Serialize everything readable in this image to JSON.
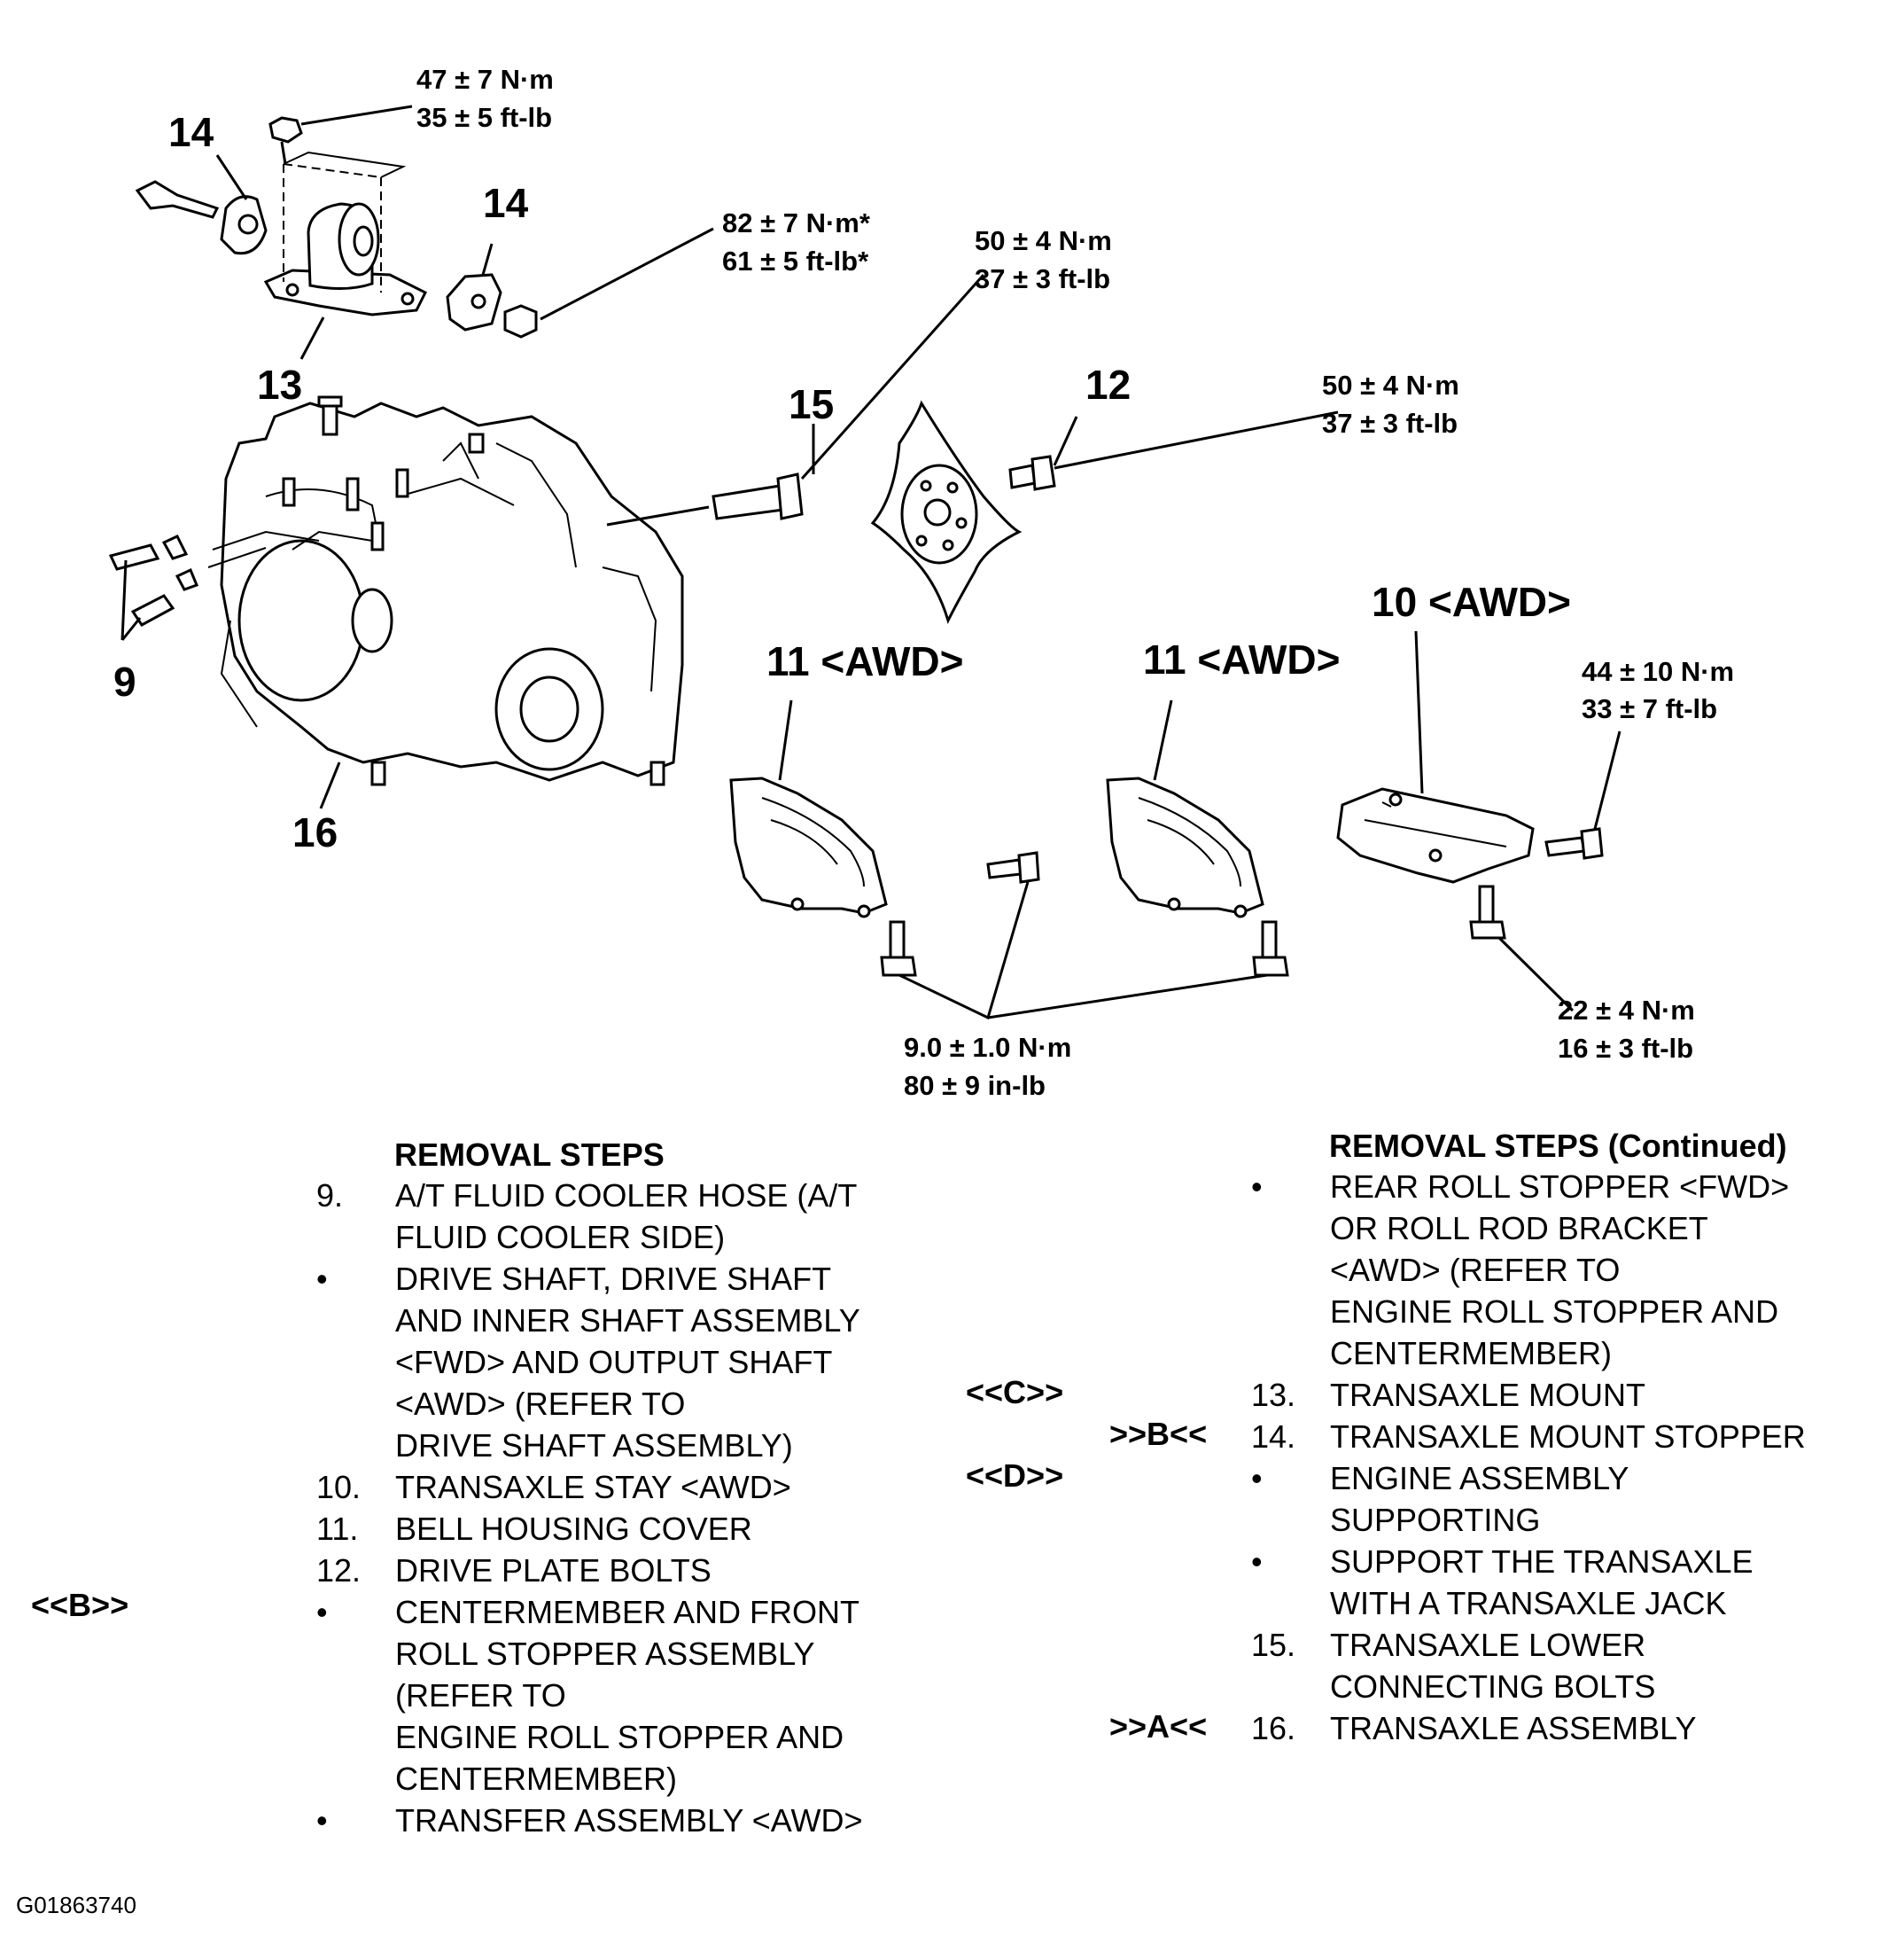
{
  "diagram": {
    "callouts": {
      "c14a": "14",
      "c14b": "14",
      "c13": "13",
      "c15": "15",
      "c12": "12",
      "c9": "9",
      "c16": "16",
      "c11a": "11 <AWD>",
      "c11b": "11 <AWD>",
      "c10": "10 <AWD>"
    },
    "torques": {
      "t1a": "47 ± 7 N·m",
      "t1b": "35 ± 5 ft-lb",
      "t2a": "82 ± 7 N·m*",
      "t2b": "61 ± 5 ft-lb*",
      "t3a": "50 ± 4 N·m",
      "t3b": "37 ± 3 ft-lb",
      "t4a": "50 ± 4 N·m",
      "t4b": "37 ± 3 ft-lb",
      "t5a": "44 ± 10 N·m",
      "t5b": "33 ± 7 ft-lb",
      "t6a": "9.0 ± 1.0 N·m",
      "t6b": "80 ± 9 in-lb",
      "t7a": "22 ± 4 N·m",
      "t7b": "16 ± 3 ft-lb"
    }
  },
  "left_steps": {
    "header": "REMOVAL STEPS",
    "rows": [
      {
        "num": "9.",
        "text": "A/T FLUID COOLER HOSE (A/T"
      },
      {
        "num": "",
        "text": "FLUID COOLER SIDE)"
      },
      {
        "num": "•",
        "text": "DRIVE SHAFT, DRIVE SHAFT"
      },
      {
        "num": "",
        "text": "AND INNER SHAFT ASSEMBLY"
      },
      {
        "num": "",
        "text": "<FWD> AND OUTPUT SHAFT"
      },
      {
        "num": "",
        "text": "<AWD> (REFER TO"
      },
      {
        "num": "",
        "text": "DRIVE SHAFT ASSEMBLY)"
      },
      {
        "num": "10.",
        "text": "TRANSAXLE STAY <AWD>"
      },
      {
        "num": "11.",
        "text": "BELL HOUSING COVER"
      },
      {
        "num": "12.",
        "text": "DRIVE PLATE BOLTS"
      },
      {
        "num": "•",
        "text": "CENTERMEMBER AND FRONT"
      },
      {
        "num": "",
        "text": "ROLL STOPPER ASSEMBLY"
      },
      {
        "num": "",
        "text": "(REFER TO"
      },
      {
        "num": "",
        "text": "ENGINE ROLL STOPPER AND"
      },
      {
        "num": "",
        "text": "CENTERMEMBER)"
      },
      {
        "num": "•",
        "text": "TRANSFER ASSEMBLY <AWD>"
      }
    ],
    "tag_b": "<<B>>"
  },
  "right_steps": {
    "header": "REMOVAL STEPS (Continued)",
    "rows": [
      {
        "num": "•",
        "text": "REAR ROLL STOPPER <FWD>"
      },
      {
        "num": "",
        "text": "OR ROLL ROD BRACKET"
      },
      {
        "num": "",
        "text": "<AWD>  (REFER TO"
      },
      {
        "num": "",
        "text": "ENGINE ROLL STOPPER AND"
      },
      {
        "num": "",
        "text": "CENTERMEMBER)"
      },
      {
        "num": "13.",
        "text": "TRANSAXLE MOUNT"
      },
      {
        "num": "14.",
        "text": "TRANSAXLE MOUNT STOPPER"
      },
      {
        "num": "•",
        "text": "ENGINE ASSEMBLY"
      },
      {
        "num": "",
        "text": "SUPPORTING"
      },
      {
        "num": "•",
        "text": "SUPPORT THE TRANSAXLE"
      },
      {
        "num": "",
        "text": "WITH A TRANSAXLE JACK"
      },
      {
        "num": "15.",
        "text": "TRANSAXLE LOWER"
      },
      {
        "num": "",
        "text": "CONNECTING BOLTS"
      },
      {
        "num": "16.",
        "text": "TRANSAXLE ASSEMBLY"
      }
    ],
    "tag_c": "<<C>>",
    "tag_b": ">>B<<",
    "tag_d": "<<D>>",
    "tag_a": ">>A<<"
  },
  "figure_id": "G01863740"
}
